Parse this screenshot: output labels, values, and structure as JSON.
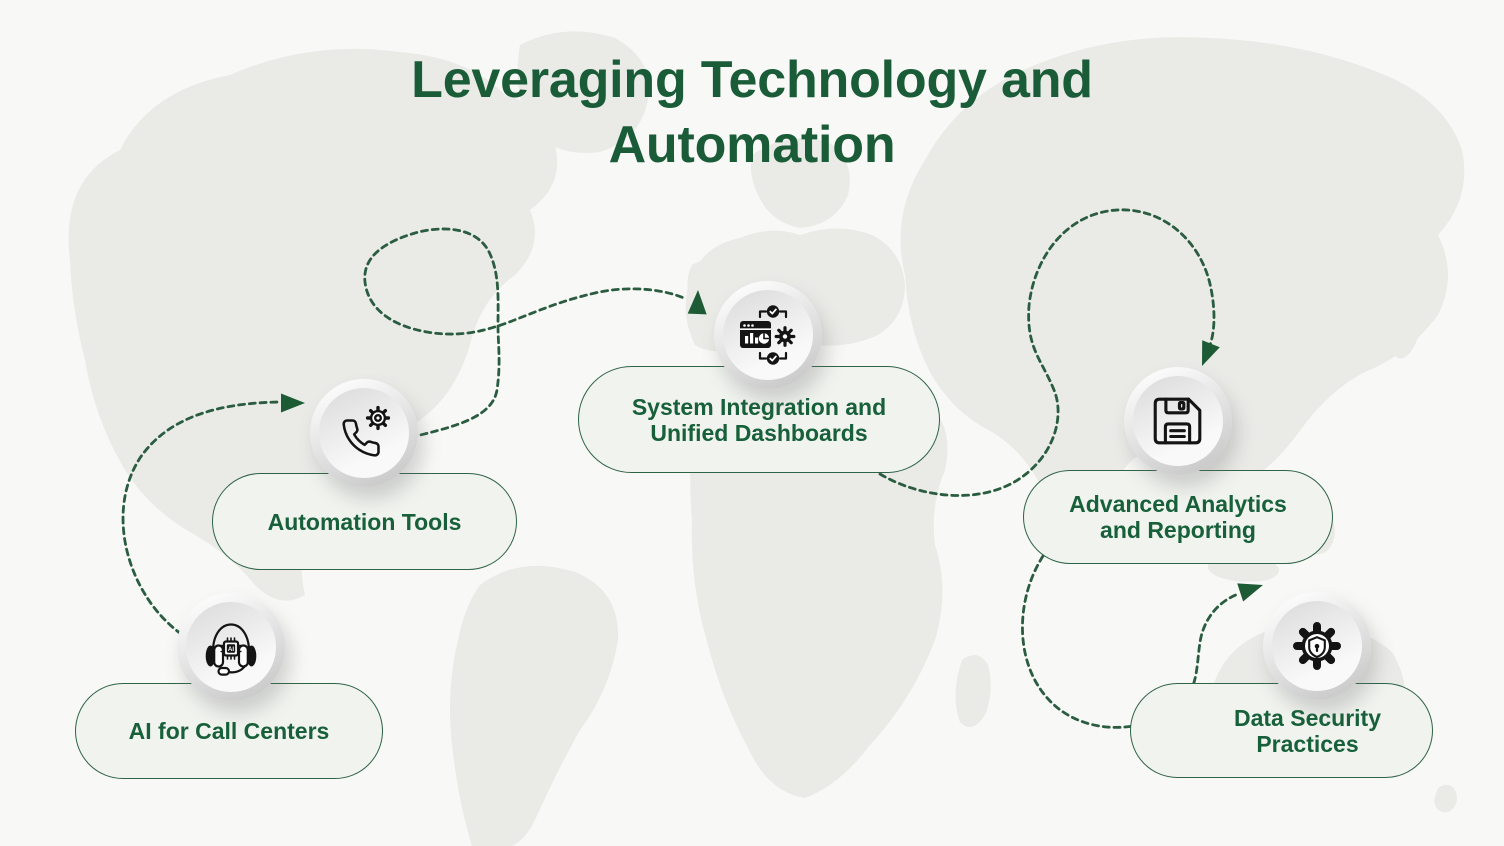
{
  "title": "Leveraging Technology and Automation",
  "nodes": [
    {
      "id": "ai-for-call-centers",
      "icon": "headset-ai-chip-icon",
      "lines": [
        "AI for Call Centers"
      ]
    },
    {
      "id": "automation-tools",
      "icon": "phone-gear-icon",
      "lines": [
        "Automation Tools"
      ]
    },
    {
      "id": "system-integration",
      "icon": "dashboard-gear-check-icon",
      "lines": [
        "System Integration and",
        "Unified Dashboards"
      ]
    },
    {
      "id": "advanced-analytics",
      "icon": "floppy-disk-icon",
      "lines": [
        "Advanced Analytics",
        "and Reporting"
      ]
    },
    {
      "id": "data-security",
      "icon": "shield-gear-lock-icon",
      "lines": [
        "Data Security",
        "Practices"
      ]
    }
  ],
  "connectors": [
    {
      "from": "ai-for-call-centers",
      "to": "automation-tools",
      "style": "dotted-curve-arrow"
    },
    {
      "from": "automation-tools",
      "to": "system-integration",
      "style": "dotted-loop-arrow"
    },
    {
      "from": "system-integration",
      "to": "advanced-analytics",
      "style": "dotted-loop-arrow"
    },
    {
      "from": "advanced-analytics",
      "to": "data-security",
      "style": "dotted-curve-arrow"
    }
  ],
  "colors": {
    "title_green": "#1b5c38",
    "label_green": "#17603a",
    "pill_border_green": "#2f6347",
    "pill_fill": "#f1f3ef",
    "connector_green": "#2a5c40",
    "arrow_green": "#1d5b35",
    "icon_black": "#141414",
    "background": "#f8f8f6",
    "map_gray": "#eaeae7"
  }
}
